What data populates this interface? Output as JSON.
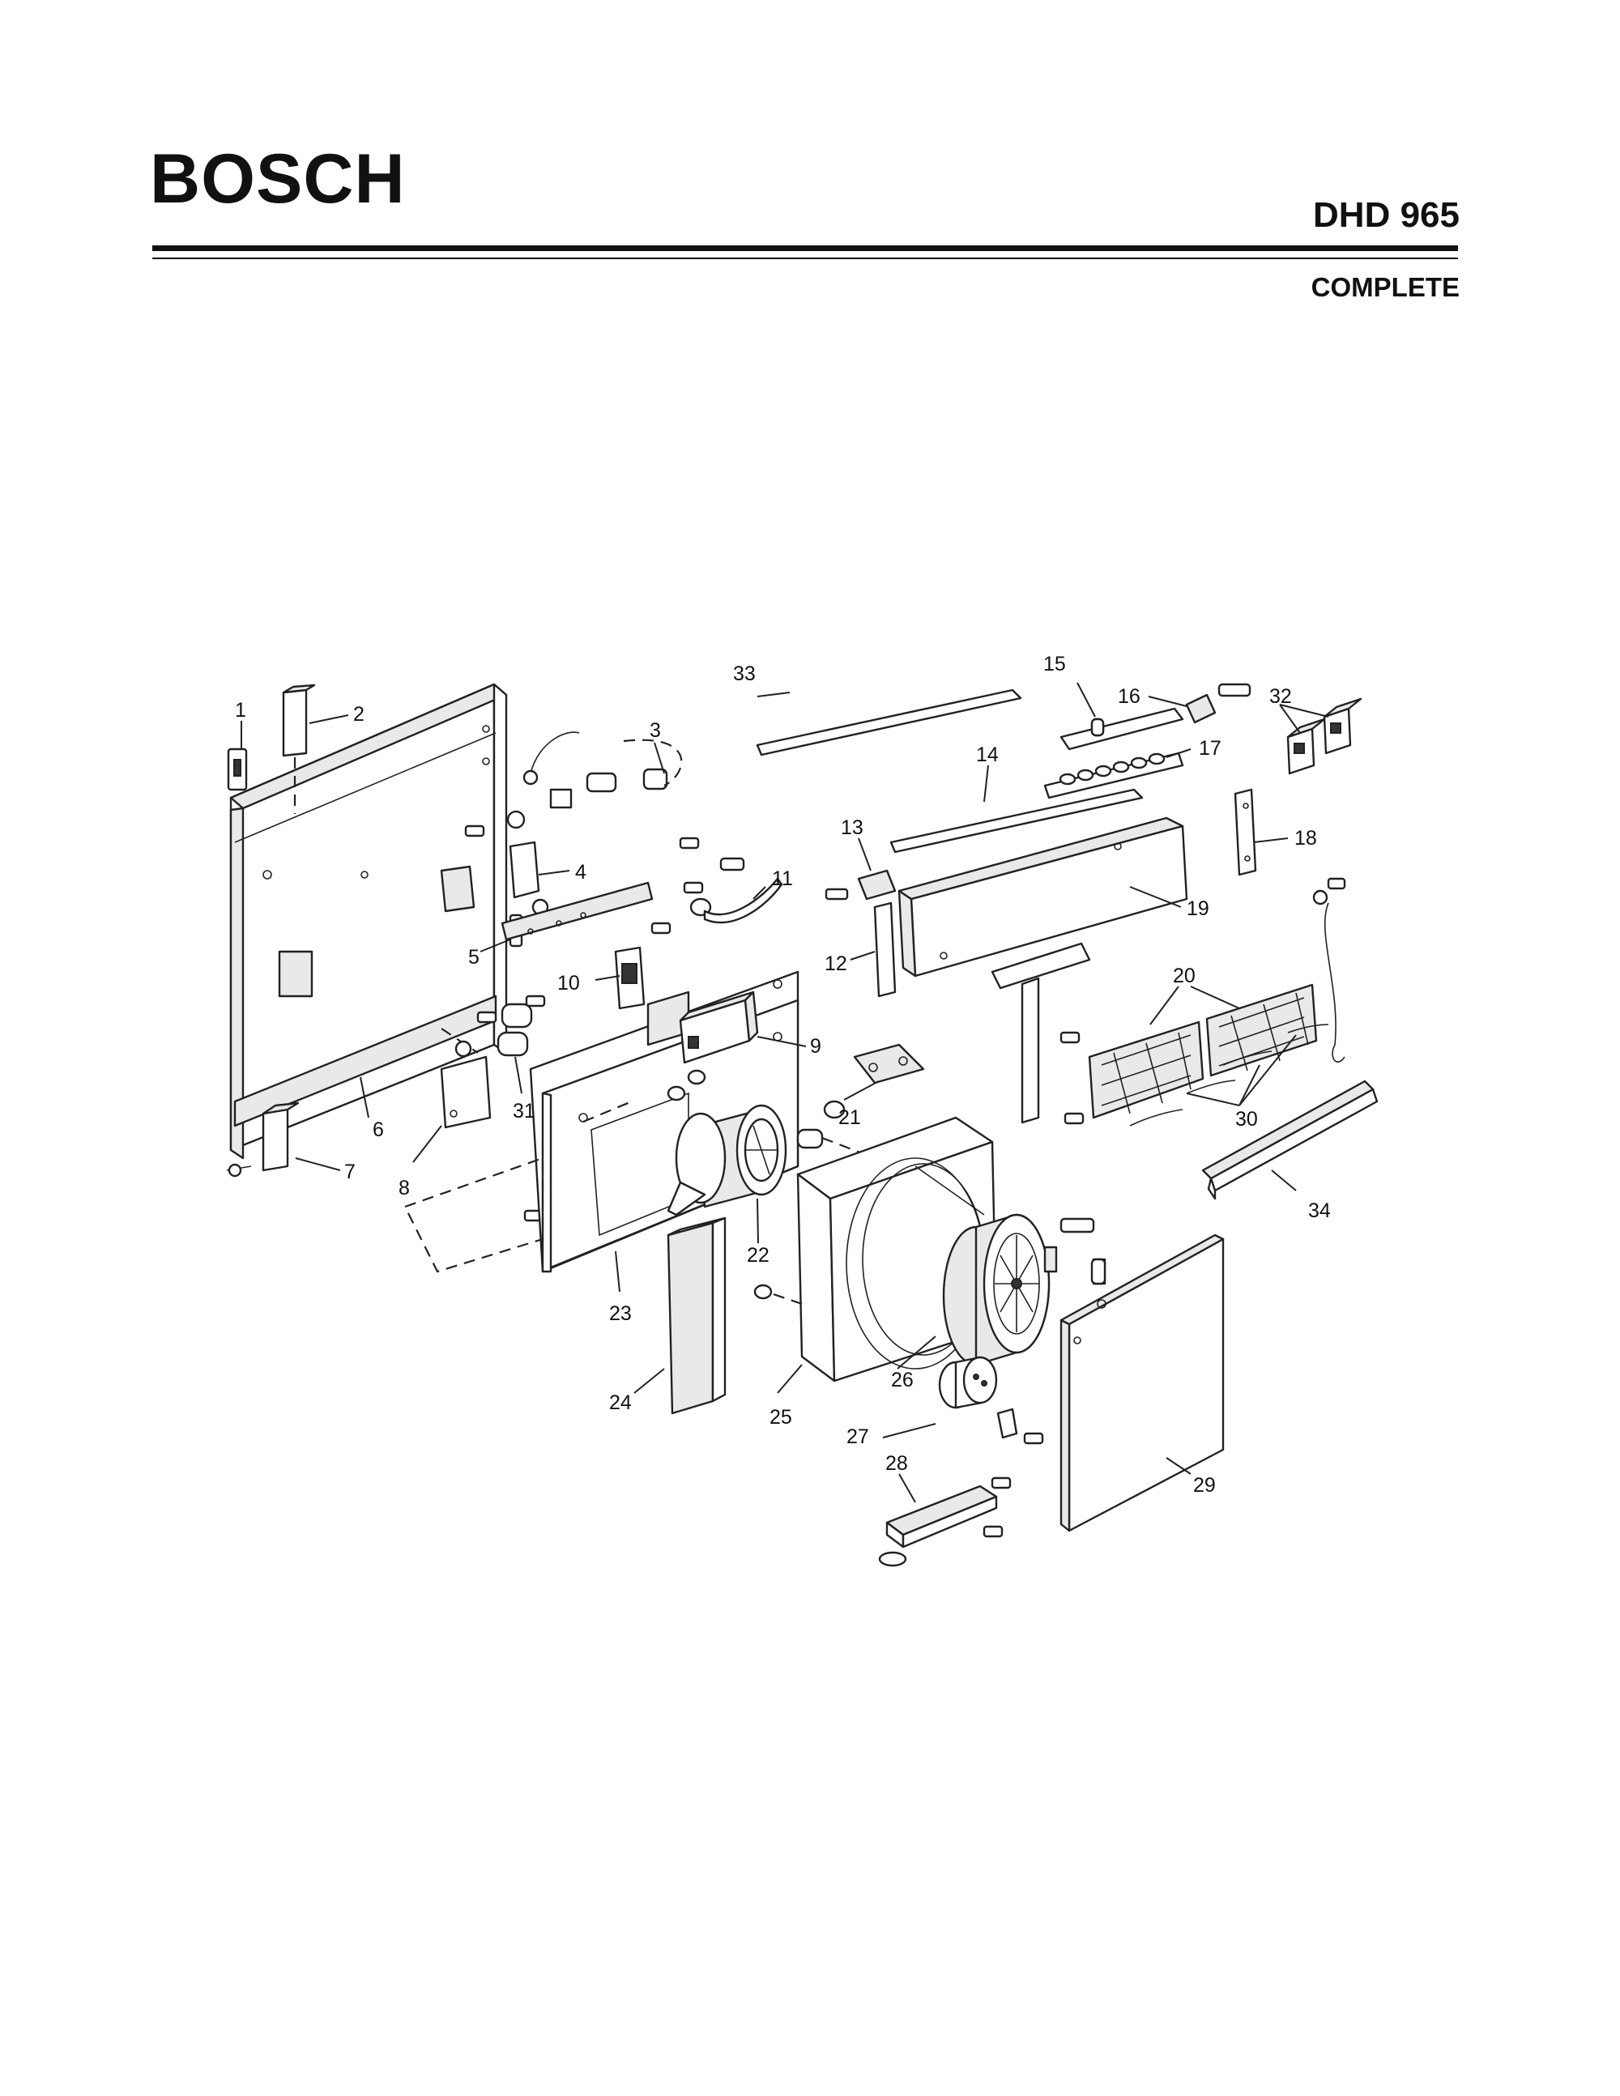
{
  "header": {
    "brand": "BOSCH",
    "model": "DHD 965",
    "section": "COMPLETE"
  },
  "diagram": {
    "type": "exploded-parts-view",
    "callouts": [
      "1",
      "2",
      "3",
      "4",
      "5",
      "6",
      "7",
      "8",
      "9",
      "10",
      "11",
      "12",
      "13",
      "14",
      "15",
      "16",
      "17",
      "18",
      "19",
      "20",
      "21",
      "22",
      "23",
      "24",
      "25",
      "26",
      "27",
      "28",
      "29",
      "30",
      "31",
      "32",
      "33",
      "34"
    ]
  }
}
